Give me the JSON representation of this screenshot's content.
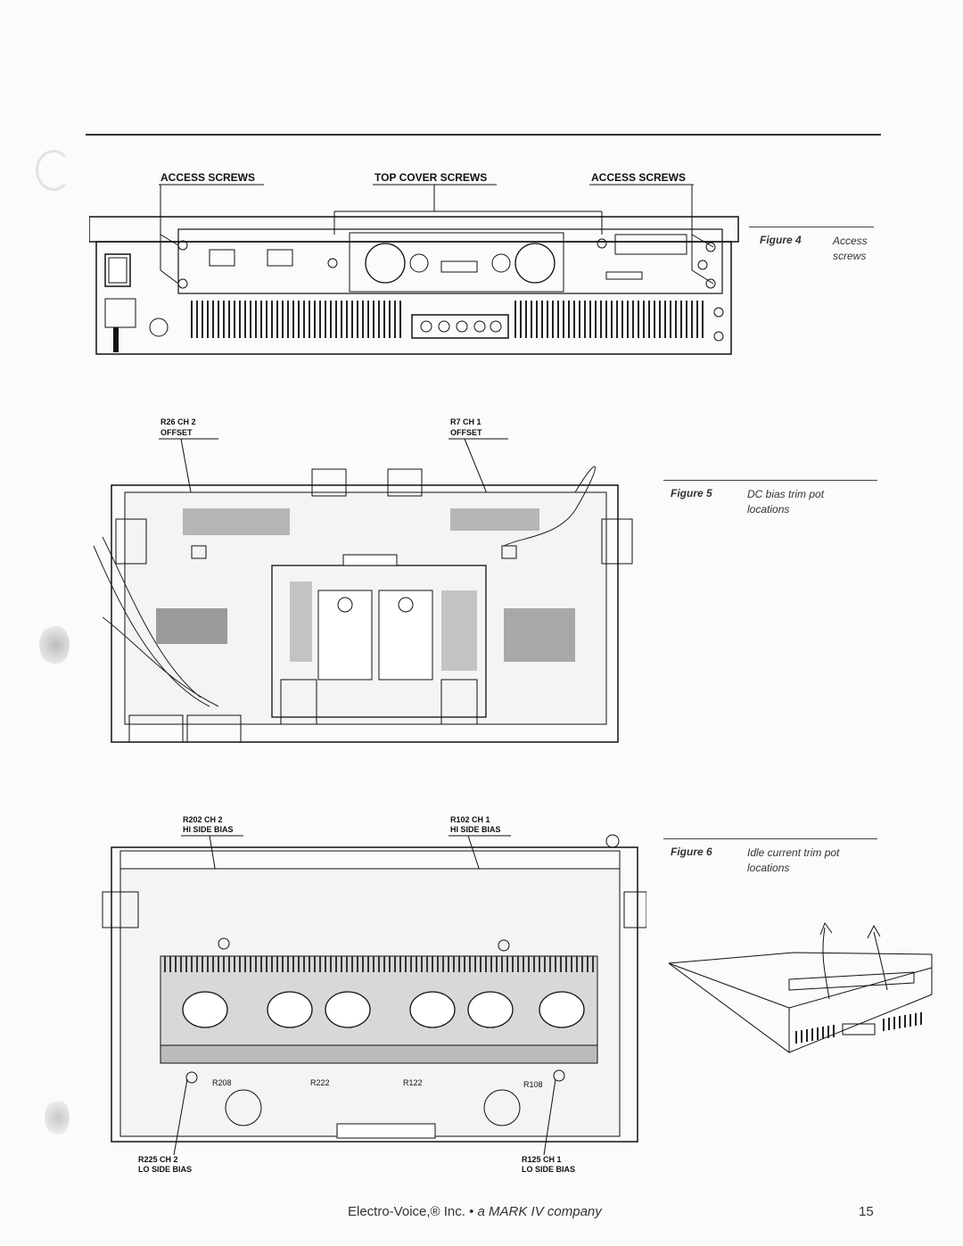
{
  "figures": {
    "fig4": {
      "number": "Figure 4",
      "caption_line1": "Access",
      "caption_line2": "screws",
      "labels": {
        "access_screws_left": "ACCESS SCREWS",
        "top_cover_screws": "TOP COVER SCREWS",
        "access_screws_right": "ACCESS SCREWS"
      }
    },
    "fig5": {
      "number": "Figure 5",
      "caption_line1": "DC bias trim pot",
      "caption_line2": "locations",
      "labels": {
        "left_line1": "R26 CH 2",
        "left_line2": "OFFSET",
        "right_line1": "R7 CH 1",
        "right_line2": "OFFSET"
      }
    },
    "fig6": {
      "number": "Figure 6",
      "caption_line1": "Idle current trim pot",
      "caption_line2": "locations",
      "labels": {
        "top_left_line1": "R202 CH 2",
        "top_left_line2": "HI SIDE BIAS",
        "top_right_line1": "R102 CH 1",
        "top_right_line2": "HI SIDE BIAS",
        "bottom_left_line1": "R225 CH 2",
        "bottom_left_line2": "LO SIDE BIAS",
        "bottom_right_line1": "R125 CH 1",
        "bottom_right_line2": "LO SIDE BIAS",
        "r208": "R208",
        "r222": "R222",
        "r122": "R122",
        "r108": "R108"
      }
    }
  },
  "footer": {
    "company": "Electro-Voice,® Inc.",
    "separator": " • ",
    "parent": "a MARK IV company"
  },
  "page_number": "15"
}
